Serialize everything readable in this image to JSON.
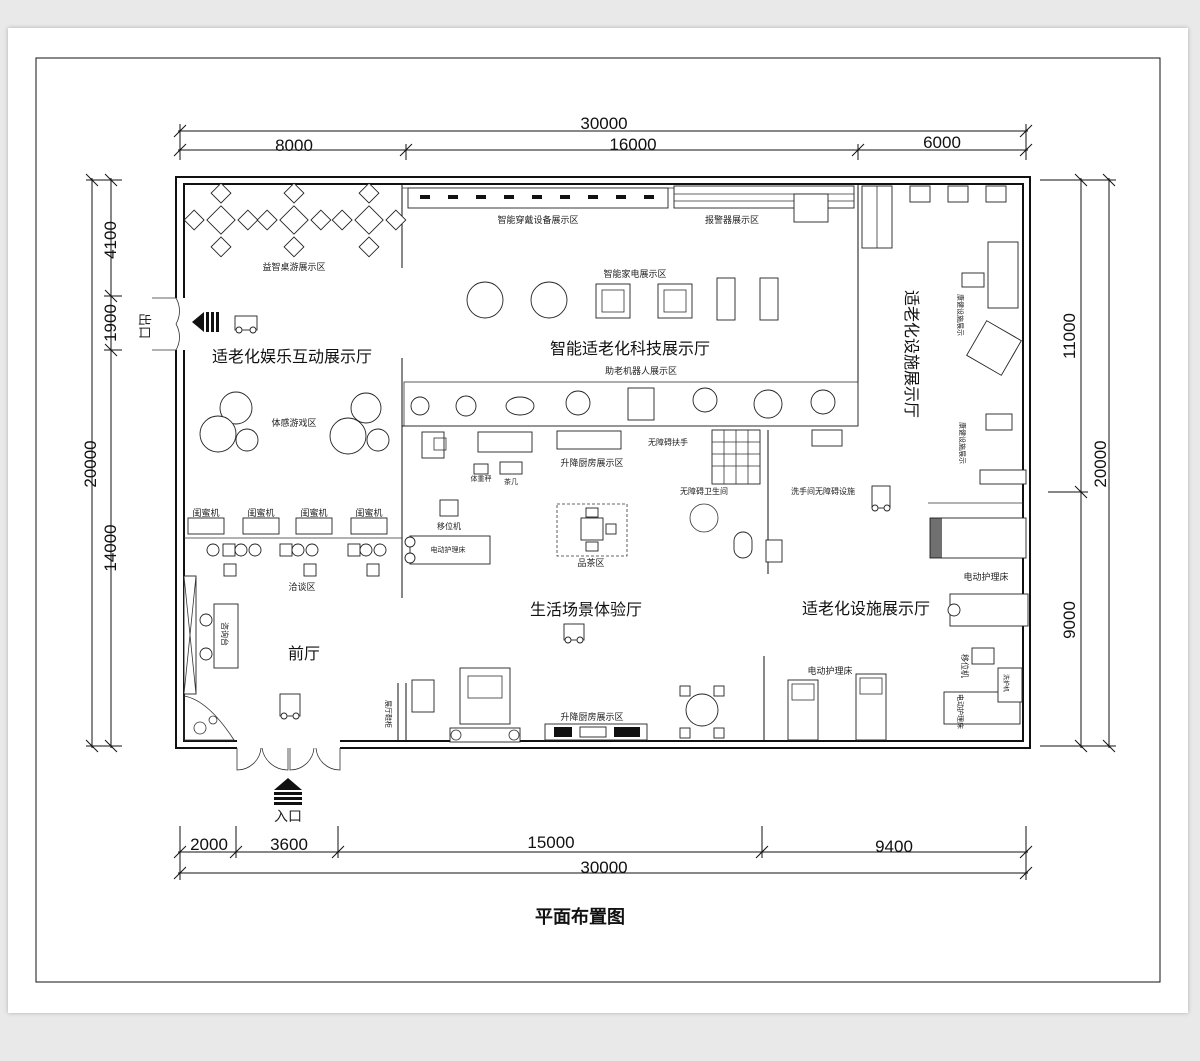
{
  "dimensions": {
    "top_total": "30000",
    "top_segments": [
      "8000",
      "16000",
      "6000"
    ],
    "bottom_total": "30000",
    "bottom_segments": [
      "2000",
      "3600",
      "15000",
      "9400"
    ],
    "left_total": "20000",
    "left_segments": [
      "4100",
      "1900",
      "14000"
    ],
    "right_total": "20000",
    "right_segments": [
      "11000",
      "9000"
    ]
  },
  "halls": {
    "entertainment": "适老化娱乐互动展示厅",
    "tech": "智能适老化科技展示厅",
    "facility_top": "适老化设施展示厅",
    "facility_bottom": "适老化设施展示厅",
    "life": "生活场景体验厅",
    "lobby": "前厅"
  },
  "zones": {
    "puzzle_table": "益智桌游展示区",
    "somatic_game": "体感游戏区",
    "wearable": "智能穿戴设备展示区",
    "alarm": "报警器展示区",
    "smart_home": "智能家电展示区",
    "robot": "助老机器人展示区",
    "kitchen_top": "升降厨房展示区",
    "kitchen_bottom": "升降厨房展示区",
    "grab_bar": "无障碍扶手",
    "accessible_wc": "无障碍卫生间",
    "wash_facility": "洗手间无障碍设施",
    "tea": "品茶区",
    "negotiation": "洽谈区",
    "consulting": "咨询台",
    "lift_machine_1": "移位机",
    "lift_machine_2": "移位机",
    "nursing_bed_1": "电动护理床",
    "nursing_bed_2": "电动护理床",
    "nursing_bed_3": "电动护理床",
    "nursing_bed_small": "电动护理床",
    "rehab_1": "康健设施展示",
    "rehab_2": "康健设施展示",
    "scale": "体重秤",
    "tea_table": "茶几",
    "shoe_cabinet": "展厅鞋柜",
    "toilet_machine": "洗护机"
  },
  "booths": [
    "闺蜜机",
    "闺蜜机",
    "闺蜜机",
    "闺蜜机"
  ],
  "exit_label": "出口",
  "entrance_label": "入口",
  "title": "平面布置图"
}
